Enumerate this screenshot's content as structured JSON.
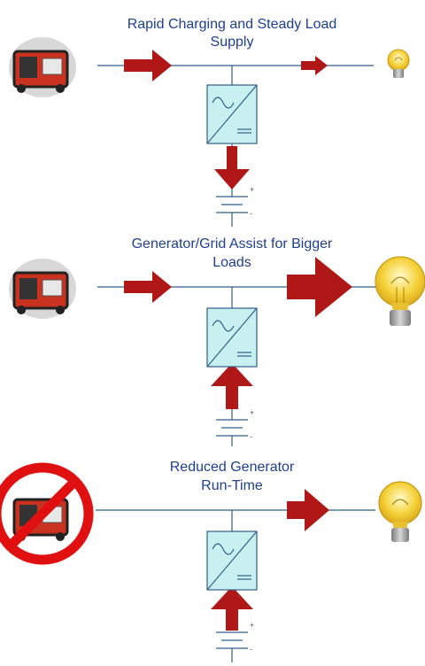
{
  "panels": [
    {
      "title_line1": "Rapid Charging and Steady Load",
      "title_line2": "Supply",
      "generator_state": "running",
      "bulb_size": "small",
      "battery_flow": "charging",
      "battery_plus": "+",
      "battery_minus": "-"
    },
    {
      "title_line1": "Generator/Grid Assist for Bigger",
      "title_line2": "Loads",
      "generator_state": "running",
      "bulb_size": "large",
      "battery_flow": "discharging",
      "battery_plus": "+",
      "battery_minus": "-"
    },
    {
      "title_line1": "Reduced Generator",
      "title_line2": "Run-Time",
      "generator_state": "off",
      "bulb_size": "large",
      "battery_flow": "discharging",
      "battery_plus": "+",
      "battery_minus": "-"
    }
  ],
  "colors": {
    "title": "#1f3f8f",
    "wire": "#2f5f8a",
    "arrow": "#b01818",
    "inverter_fill": "#c8f0f0",
    "prohibit": "#e01010",
    "generator_body": "#c8321e",
    "bulb": "#f5d23a"
  },
  "icons": [
    "generator-icon",
    "light-bulb-icon",
    "inverter-icon",
    "battery-icon",
    "prohibited-icon"
  ]
}
